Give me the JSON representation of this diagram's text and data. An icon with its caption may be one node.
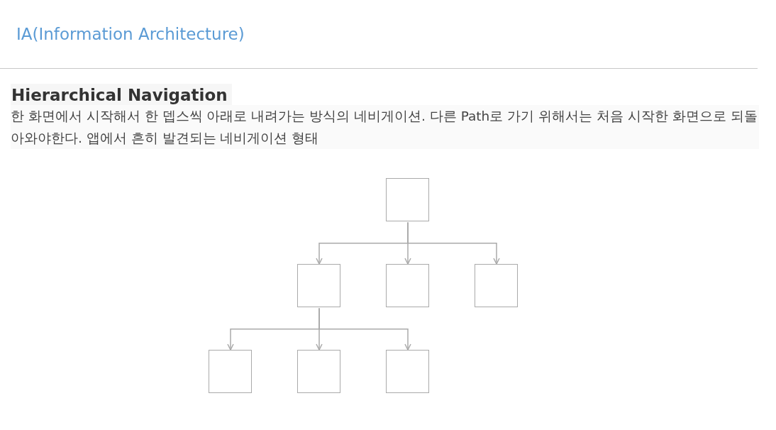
{
  "diagram": {
    "title": "IA(Information Architecture)",
    "nodes": [
      {
        "text": [],
        "shape": "box"
      },
      {
        "text": [],
        "shape": "box"
      },
      {
        "text": [],
        "shape": "box"
      },
      {
        "text": [],
        "shape": "box"
      },
      {
        "text": [],
        "shape": "box"
      },
      {
        "text": [],
        "shape": "box"
      },
      {
        "text": [],
        "shape": "box"
      }
    ],
    "edges": [
      {
        "from": 0,
        "to": 1,
        "arrow": "to"
      },
      {
        "from": 0,
        "to": 2,
        "arrow": "to"
      },
      {
        "from": 0,
        "to": 3,
        "arrow": "to"
      },
      {
        "from": 1,
        "to": 4,
        "arrow": "to"
      },
      {
        "from": 1,
        "to": 5,
        "arrow": "to"
      },
      {
        "from": 1,
        "to": 6,
        "arrow": "to"
      }
    ],
    "labels": [
      "Hierarchical Navigation",
      "한 화면에서 시작해서 한 뎁스씩 아래로 내려가는 방식의 네비게이션. 다른 Path로 가기 위해서는 처음 시작한 화면으로 되돌아와야한다. 앱에서 흔히 발견되는 네비게이션 형태"
    ]
  }
}
